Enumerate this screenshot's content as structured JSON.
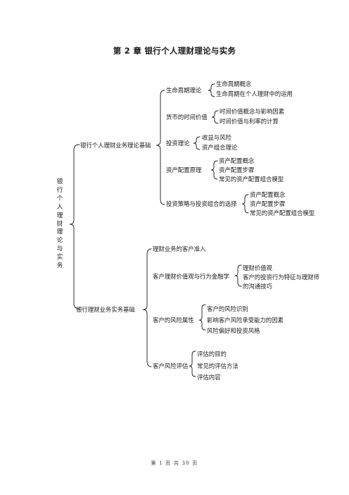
{
  "page_title": "第 2 章  银行个人理财理论与实务",
  "root": [
    "银",
    "行",
    "个",
    "人",
    "理",
    "财",
    "理",
    "论",
    "与",
    "实",
    "务"
  ],
  "branch1": {
    "label": "银行个人理财业务理论基础",
    "topics": [
      {
        "label": "生命周期理论",
        "items": [
          "生命周期概念",
          "生命周期在个人理财中的运用"
        ]
      },
      {
        "label": "货币的时间价值",
        "items": [
          "时间价值概念与影响因素",
          "时间价值与利率的计算"
        ]
      },
      {
        "label": "投资理论",
        "items": [
          "收益与风险",
          "资产组合理论"
        ]
      },
      {
        "label": "资产配置原理",
        "items": [
          "资产配置概念",
          "资产配置步骤",
          "常见的资产配置组合模型"
        ]
      },
      {
        "label": "投资策略与投资组合的选择",
        "items": [
          "资产配置概念",
          "资产配置步骤",
          "常见的资产配置组合模型"
        ]
      }
    ]
  },
  "branch2": {
    "label": "银行理财业务实务基础",
    "topics": [
      {
        "label": "理财业务的客户准入",
        "items": []
      },
      {
        "label": "客户理财价值观与行为金融学",
        "items": [
          "理财价值观",
          "客户的投资行为特征与理财师",
          "的沟通技巧"
        ]
      },
      {
        "label": "客户的风险属性",
        "items": [
          "客户的风险识别",
          "影响客户风险承受能力的因素",
          "风险偏好和投资风格"
        ]
      },
      {
        "label": "客户风险评估",
        "items": [
          "评估的目的",
          "常见的评估方法",
          "评估内容"
        ]
      }
    ]
  },
  "footer": "第 1 页 共 30 页"
}
